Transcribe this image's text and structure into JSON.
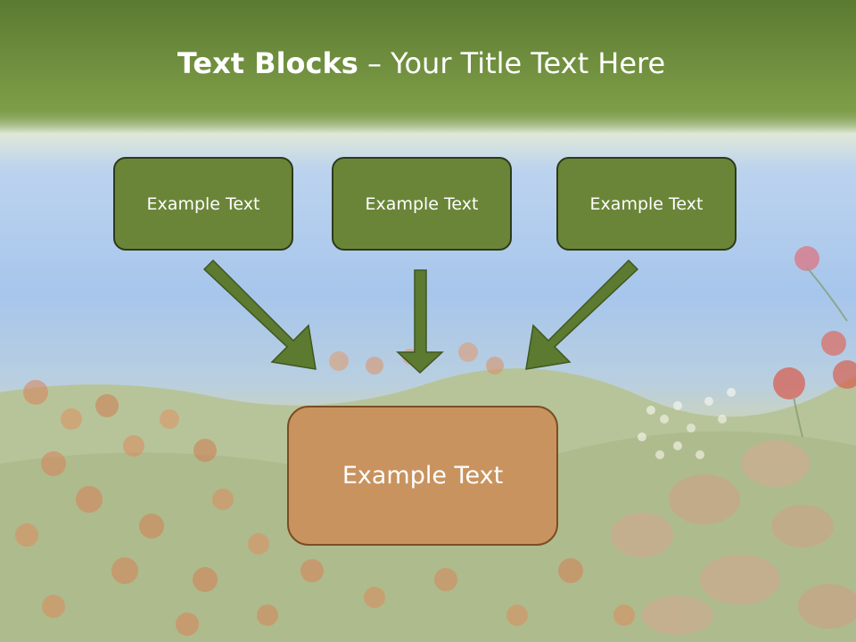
{
  "slide": {
    "title_bold": "Text Blocks",
    "title_dash": "–",
    "title_rest": "Your Title Text Here"
  },
  "boxes": {
    "top_left": "Example Text",
    "top_center": "Example Text",
    "top_right": "Example Text",
    "bottom": "Example Text"
  },
  "colors": {
    "header_green": "#6a8538",
    "box_border": "#2d3a1a",
    "arrow_fill": "#5c7a30",
    "bottom_box": "#c8935f"
  }
}
